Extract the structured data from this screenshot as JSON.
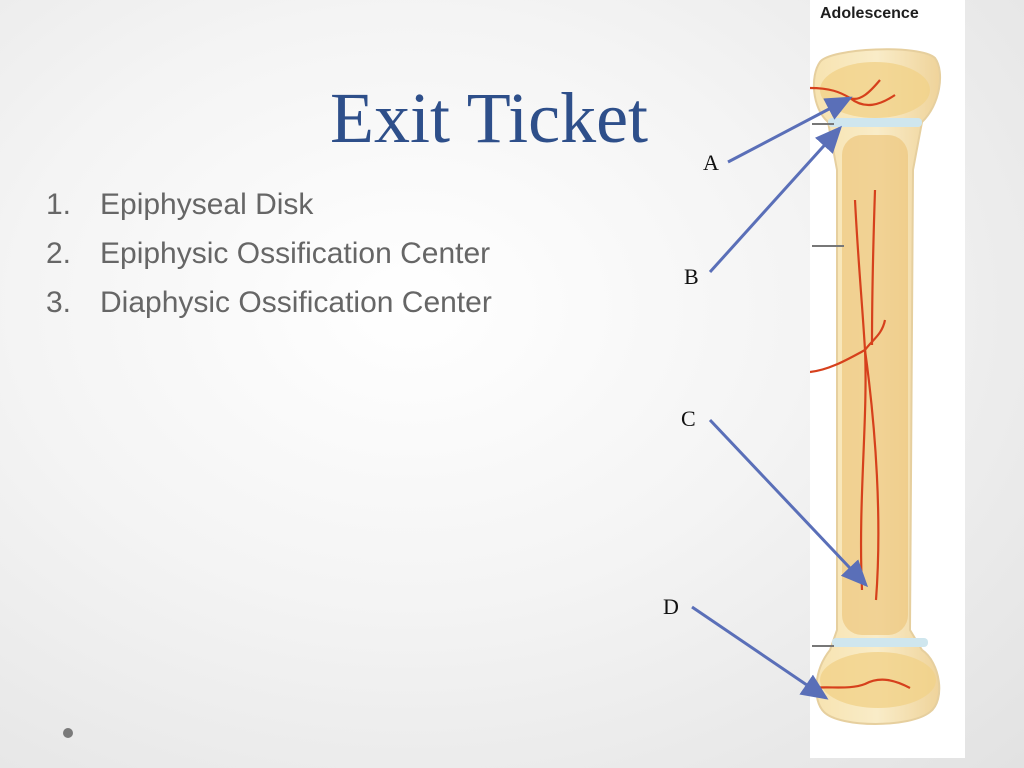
{
  "slide": {
    "title": "Exit Ticket",
    "list_items": [
      {
        "num": "1.",
        "text": "Epiphyseal Disk"
      },
      {
        "num": "2.",
        "text": "Epiphysic Ossification Center"
      },
      {
        "num": "3.",
        "text": "Diaphysic Ossification Center"
      }
    ]
  },
  "figure": {
    "caption": "Adolescence",
    "markers": [
      "A",
      "B",
      "C",
      "D"
    ],
    "colors": {
      "arrow": "#5a6fb8",
      "bone": "#f2dca6",
      "marrow": "#e8c070",
      "vessel": "#d6401c",
      "cartilage": "#cfe6ee"
    }
  }
}
